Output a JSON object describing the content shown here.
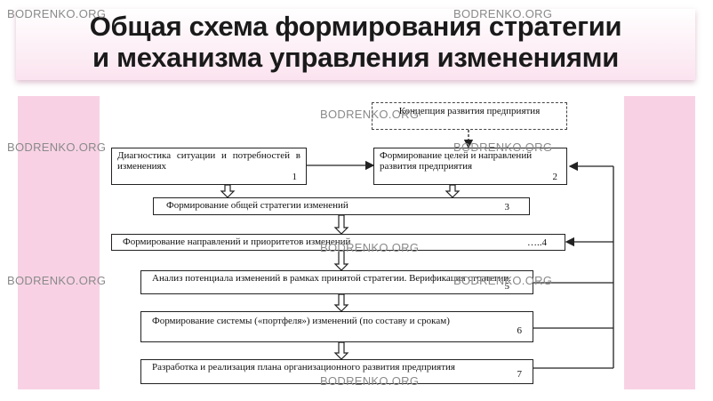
{
  "title": {
    "line1": "Общая схема формирования стратегии",
    "line2": "и механизма управления изменениями"
  },
  "watermark": "BODRENKO.ORG",
  "boxes": {
    "concept": "Концепция развития предприятия",
    "diagnostics": {
      "text": "Диагностика ситуации и потребностей в изменениях",
      "num": "1"
    },
    "goals": {
      "text": "Формирование целей и направлений развития предприятия",
      "num": "2"
    },
    "general_strategy": {
      "text": "Формирование общей стратегии изменений",
      "num": "3"
    },
    "priorities": {
      "text": "Формирование направлений и приоритетов изменений",
      "num": "…..4"
    },
    "analysis": {
      "text": "Анализ потенциала изменений в рамках принятой стратегии. Верификация стратегии.",
      "num": "5"
    },
    "portfolio": {
      "text": "Формирование системы («портфеля») изменений (по составу и срокам)",
      "num": "6"
    },
    "plan": {
      "text": "Разработка и реализация плана организационного развития предприятия",
      "num": "7"
    }
  },
  "colors": {
    "pink": "#f8d2e4",
    "line": "#222222"
  }
}
